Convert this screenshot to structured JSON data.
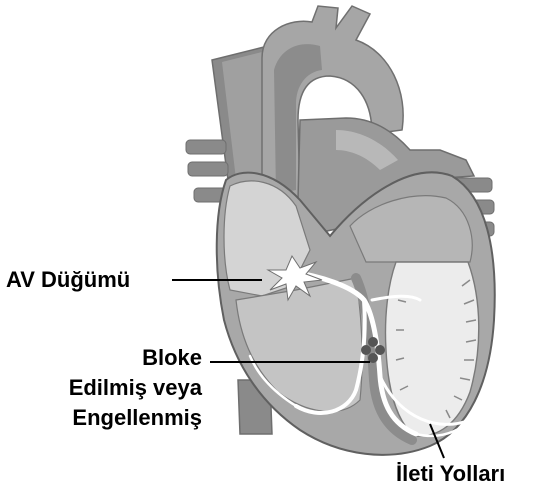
{
  "labels": {
    "av_node": "AV Düğümü",
    "blocked_line1": "Bloke",
    "blocked_line2": "Edilmiş veya",
    "blocked_line3": "Engellenmiş",
    "conduction_paths": "İleti Yolları"
  },
  "colors": {
    "tissue_dark": "#8a8a8a",
    "tissue_mid": "#a6a6a6",
    "tissue_light": "#c8c8c8",
    "tissue_pale": "#e2e2e2",
    "pathway": "#ffffff",
    "block_mark": "#555555",
    "label_text": "#000000"
  }
}
